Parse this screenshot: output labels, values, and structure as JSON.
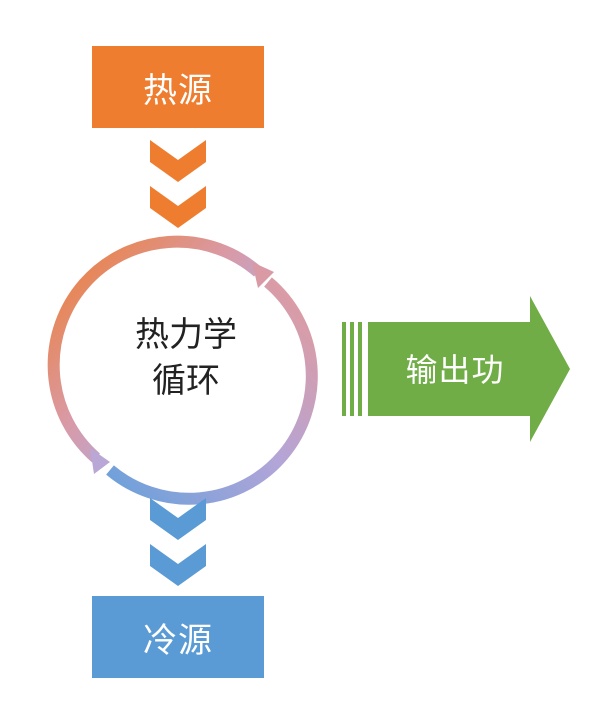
{
  "heat_source": {
    "label": "热源"
  },
  "cold_source": {
    "label": "冷源"
  },
  "cycle": {
    "line1": "热力学",
    "line2": "循环"
  },
  "output": {
    "label": "输出功"
  },
  "colors": {
    "heat": "#ee7d30",
    "cold": "#5b9bd5",
    "output": "#70ad47",
    "cycle_top": "#ee7d30",
    "cycle_mid": "#c89bc6",
    "cycle_bottom": "#5b9bd5"
  }
}
